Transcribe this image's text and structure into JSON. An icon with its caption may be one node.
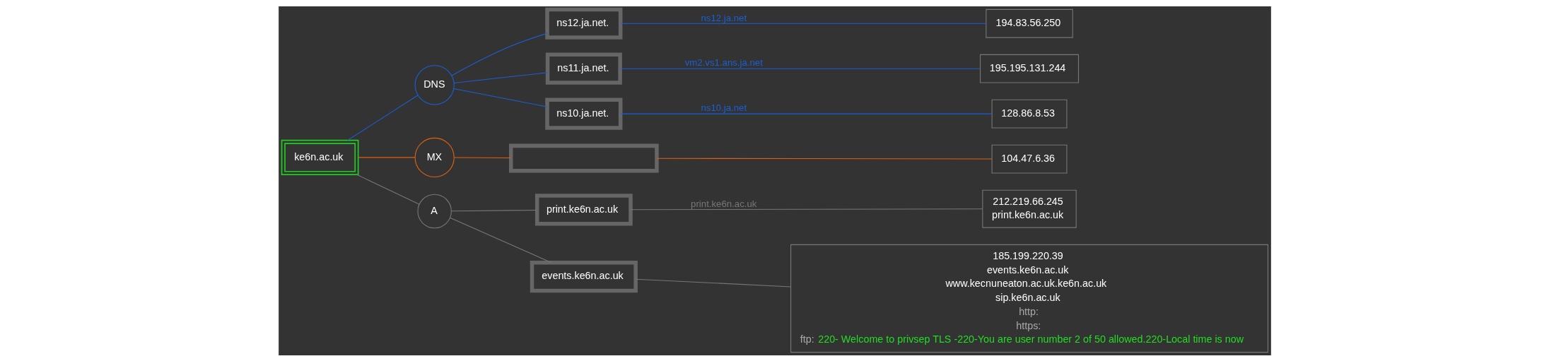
{
  "diagram": {
    "nodes": [
      {
        "text": [
          "ke6n.ac.uk"
        ]
      },
      {
        "text": [
          "DNS"
        ]
      },
      {
        "text": [
          "MX"
        ]
      },
      {
        "text": [
          "A"
        ]
      },
      {
        "text": [
          "ns12.ja.net."
        ]
      },
      {
        "text": [
          "194.83.56.250"
        ]
      },
      {
        "text": [
          "ns11.ja.net."
        ]
      },
      {
        "text": [
          "195.195.131.244"
        ]
      },
      {
        "text": [
          "ns10.ja.net."
        ]
      },
      {
        "text": [
          "128.86.8.53"
        ]
      },
      {
        "text": [],
        "shape": "box"
      },
      {
        "text": [
          "104.47.6.36"
        ]
      },
      {
        "text": [
          "print.ke6n.ac.uk"
        ]
      },
      {
        "text": [
          "212.219.66.245",
          "print.ke6n.ac.uk"
        ]
      },
      {
        "text": [
          "events.ke6n.ac.uk"
        ]
      },
      {
        "text": [
          "185.199.220.39",
          "events.ke6n.ac.uk",
          "www.kecnuneaton.ac.uk.ke6n.ac.uk",
          "sip.ke6n.ac.uk",
          "http:",
          "https:",
          "ftp:",
          "220- Welcome to privsep TLS -220-You are user number 2 of 50 allowed.220-Local time is now"
        ]
      }
    ],
    "edges": [
      {
        "from": 0,
        "to": 1,
        "arrow": "none",
        "color": "#1a5fd6"
      },
      {
        "from": 0,
        "to": 2,
        "arrow": "none",
        "color": "#e0600e"
      },
      {
        "from": 0,
        "to": 3,
        "arrow": "none",
        "color": "#777777"
      },
      {
        "from": 1,
        "to": 4,
        "arrow": "none",
        "color": "#1a5fd6"
      },
      {
        "from": 1,
        "to": 6,
        "arrow": "none",
        "color": "#1a5fd6"
      },
      {
        "from": 1,
        "to": 8,
        "arrow": "none",
        "color": "#1a5fd6"
      },
      {
        "from": 4,
        "to": 5,
        "arrow": "none",
        "label": "ns12.ja.net",
        "color": "#1a5fd6"
      },
      {
        "from": 6,
        "to": 7,
        "arrow": "none",
        "label": "vm2.vs1.ans.ja.net",
        "color": "#1a5fd6"
      },
      {
        "from": 8,
        "to": 9,
        "arrow": "none",
        "label": "ns10.ja.net",
        "color": "#1a5fd6"
      },
      {
        "from": 2,
        "to": 10,
        "arrow": "none",
        "color": "#e0600e"
      },
      {
        "from": 10,
        "to": 11,
        "arrow": "none",
        "color": "#e0600e"
      },
      {
        "from": 3,
        "to": 12,
        "arrow": "none",
        "color": "#777777"
      },
      {
        "from": 12,
        "to": 13,
        "arrow": "none",
        "label": "print.ke6n.ac.uk",
        "color": "#777777"
      },
      {
        "from": 3,
        "to": 14,
        "arrow": "none",
        "color": "#777777"
      },
      {
        "from": 14,
        "to": 15,
        "arrow": "none",
        "color": "#777777"
      }
    ]
  }
}
